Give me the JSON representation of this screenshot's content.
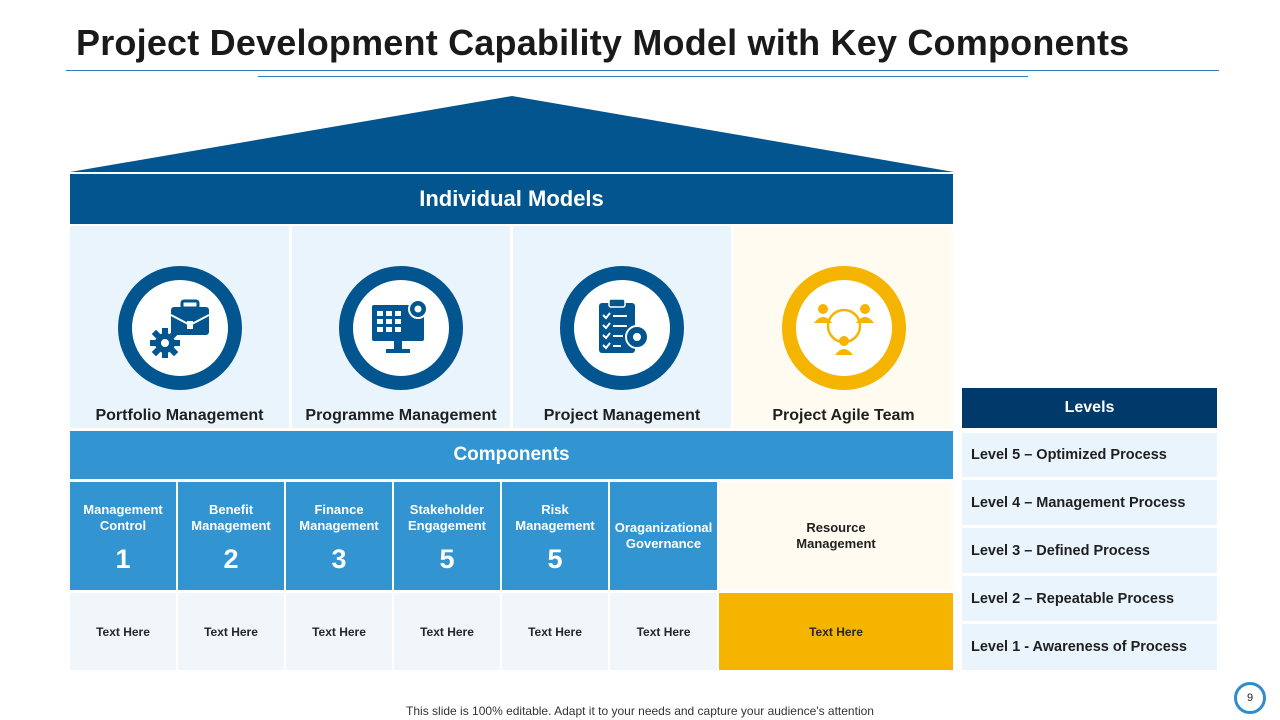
{
  "slide": {
    "title": "Project Development Capability Model with Key Components",
    "footer": "This slide is 100% editable. Adapt it to your needs and capture your audience's attention",
    "page_number": "9"
  },
  "individual_models": {
    "heading": "Individual Models",
    "items": [
      {
        "label": "Portfolio Management",
        "icon": "briefcase-gear-icon"
      },
      {
        "label": "Programme Management",
        "icon": "monitor-calendar-gear-icon"
      },
      {
        "label": "Project Management",
        "icon": "clipboard-checklist-gear-icon"
      },
      {
        "label": "Project Agile  Team",
        "icon": "team-cycle-icon"
      }
    ]
  },
  "components": {
    "heading": "Components",
    "items": [
      {
        "name_line1": "Management",
        "name_line2": "Control",
        "number": "1",
        "text": "Text Here"
      },
      {
        "name_line1": "Benefit",
        "name_line2": "Management",
        "number": "2",
        "text": "Text Here"
      },
      {
        "name_line1": "Finance",
        "name_line2": "Management",
        "number": "3",
        "text": "Text Here"
      },
      {
        "name_line1": "Stakeholder",
        "name_line2": "Engagement",
        "number": "5",
        "text": "Text Here"
      },
      {
        "name_line1": "Risk",
        "name_line2": "Management",
        "number": "5",
        "text": "Text Here"
      },
      {
        "name_line1": "Oraganizational",
        "name_line2": "Governance",
        "text": "Text Here"
      },
      {
        "name_line1": "Resource",
        "name_line2": "Management",
        "text": "Text Here"
      }
    ]
  },
  "levels": {
    "heading": "Levels",
    "items": [
      "Level 5 – Optimized Process",
      "Level 4 – Management Process",
      "Level 3 – Defined Process",
      "Level 2 – Repeatable Process",
      "Level 1 - Awareness of Process"
    ]
  },
  "colors": {
    "dark_blue": "#03558f",
    "mid_blue": "#3294d0",
    "light_blue_bg": "#eaf4fd",
    "cream_bg": "#fffbf0",
    "gold": "#f4b400",
    "navy": "#003a6b"
  }
}
